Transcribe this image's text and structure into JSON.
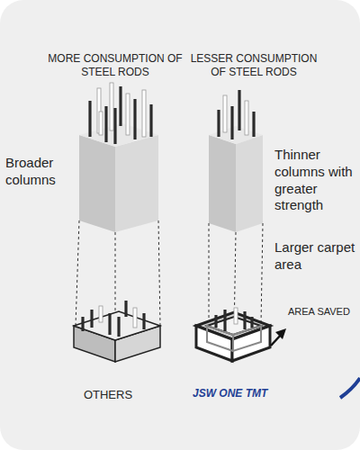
{
  "diagram": {
    "labels": [
      "MORE CONSUMPTION OF STEEL RODS",
      "LESSER CONSUMPTION OF STEEL RODS",
      "Broader columns",
      "Thinner columns with greater strength",
      "Larger carpet area",
      "AREA SAVED",
      "OTHERS",
      "JSW ONE TMT"
    ]
  }
}
